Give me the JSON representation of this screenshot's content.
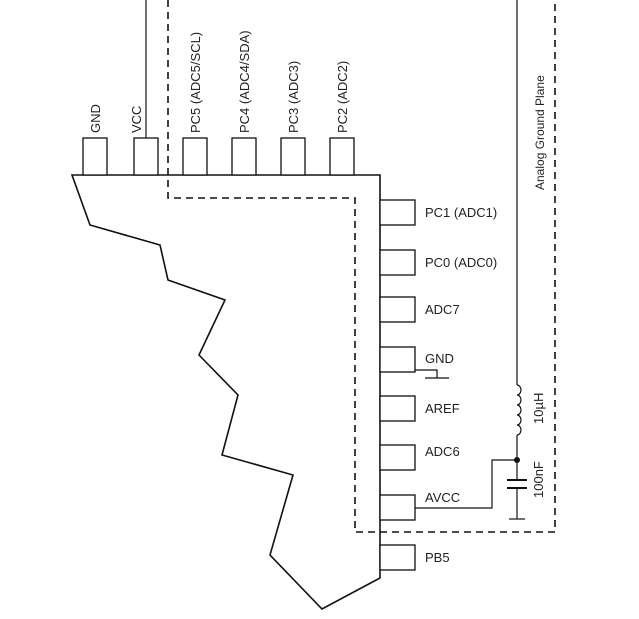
{
  "top_pins": [
    {
      "id": "gnd",
      "label": "GND"
    },
    {
      "id": "vcc",
      "label": "VCC"
    },
    {
      "id": "pc5",
      "label": "PC5 (ADC5/SCL)"
    },
    {
      "id": "pc4",
      "label": "PC4 (ADC4/SDA)"
    },
    {
      "id": "pc3",
      "label": "PC3 (ADC3)"
    },
    {
      "id": "pc2",
      "label": "PC2 (ADC2)"
    }
  ],
  "side_pins": [
    {
      "id": "pc1",
      "label": "PC1 (ADC1)"
    },
    {
      "id": "pc0",
      "label": "PC0 (ADC0)"
    },
    {
      "id": "adc7",
      "label": "ADC7"
    },
    {
      "id": "gnd2",
      "label": "GND"
    },
    {
      "id": "aref",
      "label": "AREF"
    },
    {
      "id": "adc6",
      "label": "ADC6"
    },
    {
      "id": "avcc",
      "label": "AVCC"
    },
    {
      "id": "pb5",
      "label": "PB5"
    }
  ],
  "analog_ground_plane_label": "Analog Ground Plane",
  "inductor_label": "10µH",
  "capacitor_label": "100nF"
}
